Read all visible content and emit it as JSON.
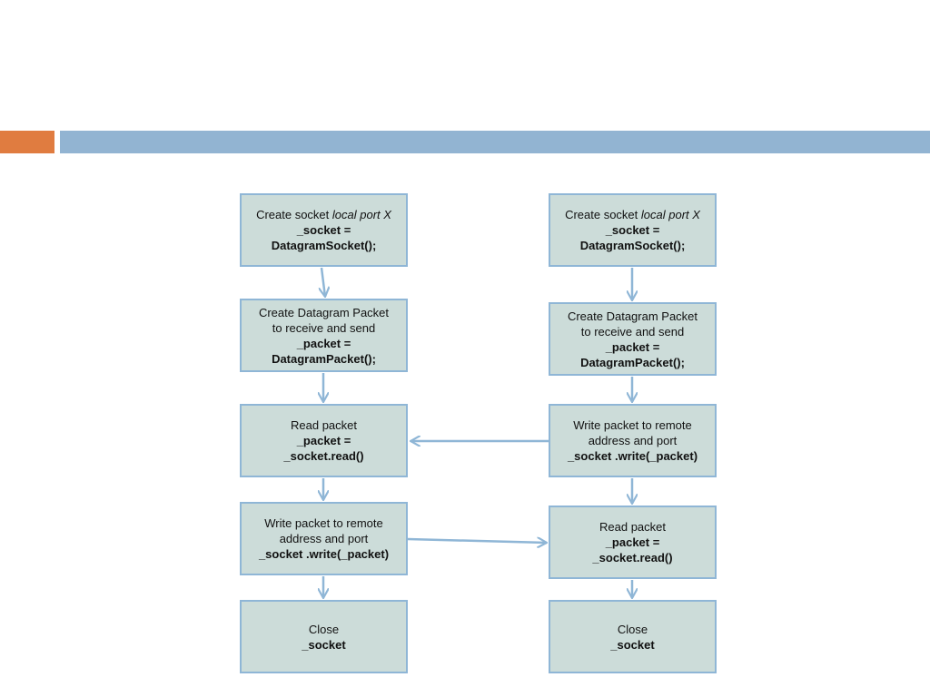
{
  "slide": {
    "nodes": {
      "left": {
        "create_socket": {
          "text": "Create socket ",
          "text_italic": "local port X",
          "code": "_socket =\nDatagramSocket();"
        },
        "create_packet": {
          "text": "Create Datagram Packet\nto receive and send",
          "code": "_packet =\nDatagramPacket();"
        },
        "read_packet": {
          "text": "Read packet",
          "code": "_packet =\n_socket.read()"
        },
        "write_packet": {
          "text": "Write packet to remote\naddress and port",
          "code": "_socket .write(_packet)"
        },
        "close": {
          "text": "Close",
          "code": "_socket"
        }
      },
      "right": {
        "create_socket": {
          "text": "Create socket ",
          "text_italic": "local port X",
          "code": "_socket =\nDatagramSocket();"
        },
        "create_packet": {
          "text": "Create Datagram Packet\nto receive and send",
          "code": "_packet =\nDatagramPacket();"
        },
        "write_packet": {
          "text": "Write packet to remote\naddress and port",
          "code": "_socket .write(_packet)"
        },
        "read_packet": {
          "text": "Read packet",
          "code": "_packet =\n_socket.read()"
        },
        "close": {
          "text": "Close",
          "code": "_socket"
        }
      }
    }
  },
  "colors": {
    "accent": "#e07c40",
    "header_bar": "#92b4d2",
    "node_fill": "#ccdcd9",
    "node_border": "#8fb6d6",
    "arrow": "#8fb6d6"
  }
}
